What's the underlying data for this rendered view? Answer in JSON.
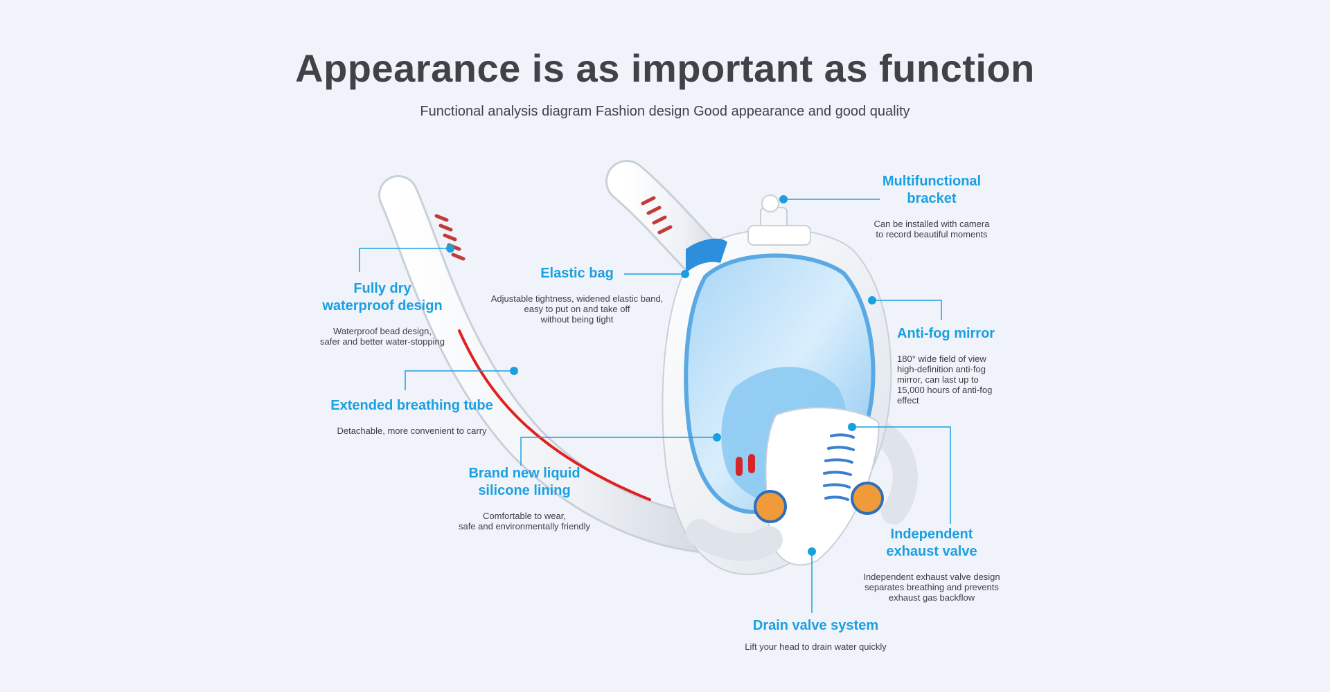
{
  "header": {
    "title": "Appearance is as important as function",
    "subtitle": "Functional analysis diagram Fashion design Good appearance and good quality"
  },
  "colors": {
    "accent": "#1a9fe0",
    "title": "#3f4246",
    "background": "#f0f3fa",
    "tube_stripe": "#e02020",
    "lens_blue": "#7fc0ee"
  },
  "callouts": [
    {
      "title": "Multifunctional\nbracket",
      "desc": "Can be installed with camera\nto record beautiful moments"
    },
    {
      "title": "Elastic bag",
      "desc": "Adjustable tightness, widened elastic band,\neasy to put on and take off\nwithout being tight"
    },
    {
      "title": "Fully dry\nwaterproof design",
      "desc": "Waterproof bead design,\nsafer and better water-stopping"
    },
    {
      "title": "Anti-fog mirror",
      "desc": "180° wide field of view\nhigh-definition anti-fog\nmirror, can last up to\n15,000 hours of anti-fog\neffect"
    },
    {
      "title": "Extended breathing tube",
      "desc": "Detachable, more convenient to carry"
    },
    {
      "title": "Brand new liquid\nsilicone lining",
      "desc": "Comfortable to wear,\nsafe and environmentally friendly"
    },
    {
      "title": "Independent\nexhaust valve",
      "desc": "Independent exhaust valve design\nseparates breathing and prevents\nexhaust gas backflow"
    },
    {
      "title": "Drain valve system",
      "desc": "Lift your head to drain water quickly"
    }
  ]
}
